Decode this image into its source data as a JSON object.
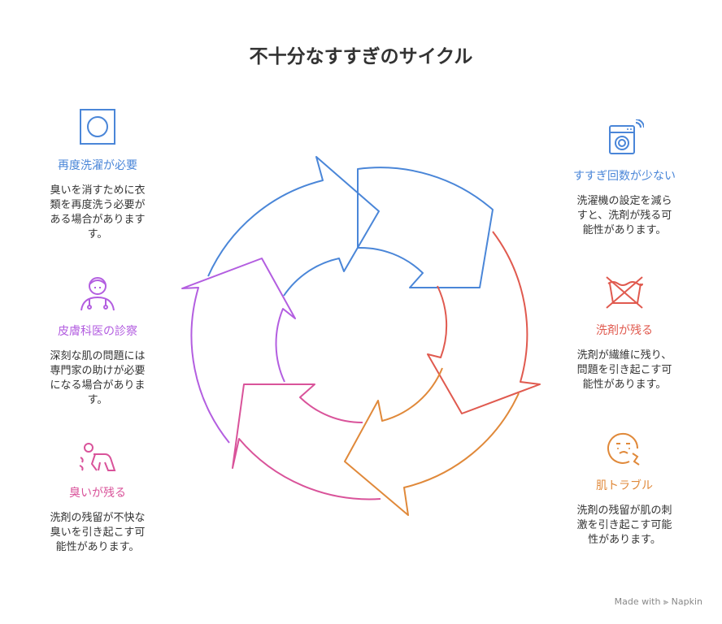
{
  "title": "不十分なすすぎのサイクル",
  "colors": {
    "blue": "#4a86d8",
    "red": "#e05a4f",
    "orange": "#e0893a",
    "pink": "#d9539a",
    "purple": "#b35ee0",
    "text": "#333333"
  },
  "right": [
    {
      "icon": "washing-machine-icon",
      "label": "すすぎ回数が少ない",
      "desc": [
        "洗濯機の設定を減ら",
        "すと、洗剤が残る可",
        "能性があります。"
      ],
      "color": "#4a86d8"
    },
    {
      "icon": "no-wash-icon",
      "label": "洗剤が残る",
      "desc": [
        "洗剤が繊維に残り、",
        "問題を引き起こす可",
        "能性があります。"
      ],
      "color": "#e05a4f"
    },
    {
      "icon": "irritated-face-icon",
      "label": "肌トラブル",
      "desc": [
        "洗剤の残留が肌の刺",
        "激を引き起こす可能",
        "性があります。"
      ],
      "color": "#e0893a"
    }
  ],
  "left": [
    {
      "icon": "washer-door-icon",
      "label": "再度洗濯が必要",
      "desc": [
        "臭いを消すために衣",
        "類を再度洗う必要が",
        "ある場合があります",
        "す。"
      ],
      "color": "#4a86d8"
    },
    {
      "icon": "doctor-icon",
      "label": "皮膚科医の診察",
      "desc": [
        "深刻な肌の問題には",
        "専門家の助けが必要",
        "になる場合がありま",
        "す。"
      ],
      "color": "#b35ee0"
    },
    {
      "icon": "crawling-person-icon",
      "label": "臭いが残る",
      "desc": [
        "洗剤の残留が不快な",
        "臭いを引き起こす可",
        "能性があります。"
      ],
      "color": "#d9539a"
    }
  ],
  "credit": "Made with ⫸ Napkin"
}
